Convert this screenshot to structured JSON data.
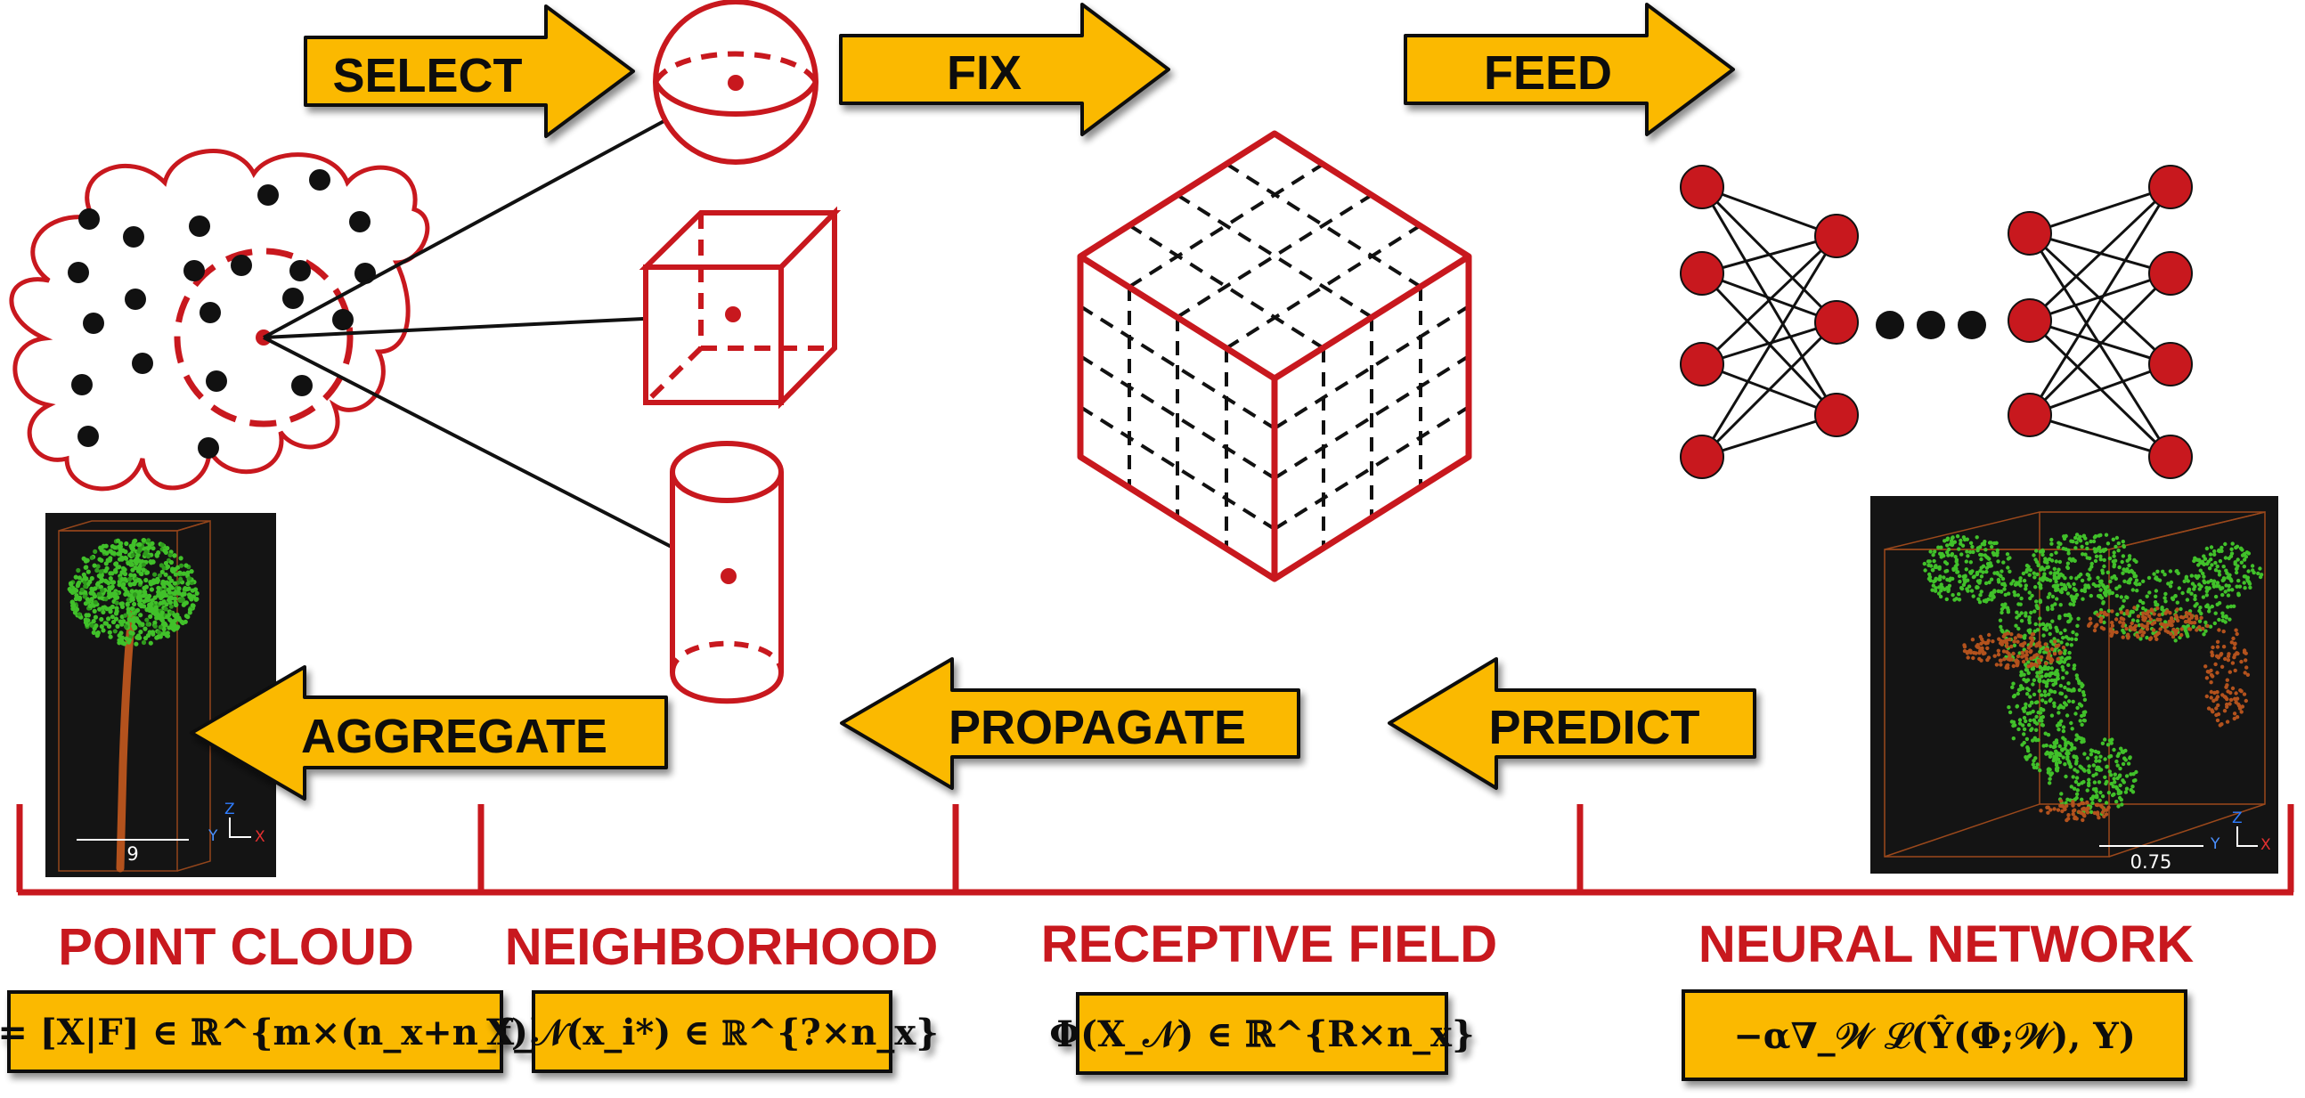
{
  "colors": {
    "accent_red": "#c8181e",
    "arrow_fill": "#fbb901",
    "formula_box_fill": "#fbb901",
    "dark_panel": "#141414",
    "leaf_green": "#41c12a",
    "wood_brown": "#b3521d"
  },
  "arrows": {
    "select": "SELECT",
    "fix": "FIX",
    "feed": "FEED",
    "aggregate": "AGGREGATE",
    "propagate": "PROPAGATE",
    "predict": "PREDICT"
  },
  "sections": [
    {
      "title": "POINT CLOUD",
      "formula": "P = [X|F] ∈ ℝ^{m×(n_x+n_f)}"
    },
    {
      "title": "NEIGHBORHOOD",
      "formula": "X_𝒩(x_i*) ∈ ℝ^{?×n_x}"
    },
    {
      "title": "RECEPTIVE FIELD",
      "formula": "Φ(X_𝒩) ∈ ℝ^{R×n_x}"
    },
    {
      "title": "NEURAL NETWORK",
      "formula": "−α∇_𝒲 ℒ(Ŷ(Φ;𝒲), Y)"
    }
  ],
  "thumbnails": {
    "left": {
      "scale_label": "9",
      "axis_y": "Y",
      "axis_z": "Z",
      "axis_x": "X"
    },
    "right": {
      "scale_label": "0.75",
      "axis_y": "Y",
      "axis_z": "Z",
      "axis_x": "X"
    }
  },
  "icons": {
    "neighborhood_shapes": [
      "sphere-icon",
      "cube-icon",
      "cylinder-icon"
    ],
    "receptive_field": "voxel-grid-cube-icon",
    "network": "neural-network-icon",
    "ellipsis": "ellipsis-icon"
  }
}
